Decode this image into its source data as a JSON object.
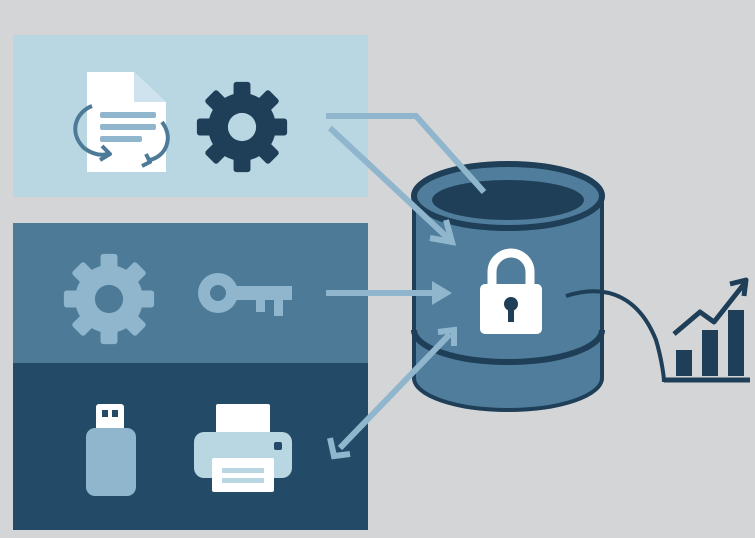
{
  "colors": {
    "background": "#d4d5d6",
    "panel_light": "#b9d6e3",
    "panel_mid": "#4d7a97",
    "panel_dark": "#234a66",
    "navy": "#1f3e57",
    "cylinder": "#4f7d9b",
    "arrow": "#8fb6cd",
    "white": "#ffffff"
  },
  "diagram": {
    "panels": [
      "document-sync",
      "configuration-keys",
      "peripheral-devices"
    ],
    "center": "encrypted-database",
    "right": "growth-chart"
  },
  "icons": {
    "top_left": "document-sync-icon",
    "top_right": "gear-icon",
    "mid_left": "gear-icon",
    "mid_right": "key-icon",
    "bot_left": "usb-drive-icon",
    "bot_right": "printer-icon",
    "center": "padlock-icon",
    "right": "bar-chart-growth-icon"
  }
}
